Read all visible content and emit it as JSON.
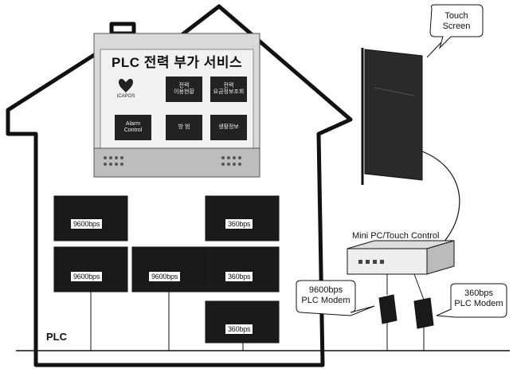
{
  "panel": {
    "title": "PLC 전력 부가 서비스",
    "brand": "ICAPOS",
    "tiles": [
      {
        "label": "전력\n이용현황"
      },
      {
        "label": "전력\n요금정보조회"
      },
      {
        "label": "Alarm\nControl"
      },
      {
        "label": "방 범"
      },
      {
        "label": "생활정보"
      }
    ]
  },
  "devices": {
    "left_col": [
      "9600bps",
      "9600bps"
    ],
    "mid": [
      "9600bps"
    ],
    "right_col": [
      "360bps",
      "360bps",
      "360bps"
    ]
  },
  "labels": {
    "plc": "PLC",
    "mini_pc": "Mini PC/Touch Control",
    "touch_screen": "Touch\nScreen",
    "modem_left": "9600bps\nPLC Modem",
    "modem_right": "360bps\nPLC Modem"
  }
}
